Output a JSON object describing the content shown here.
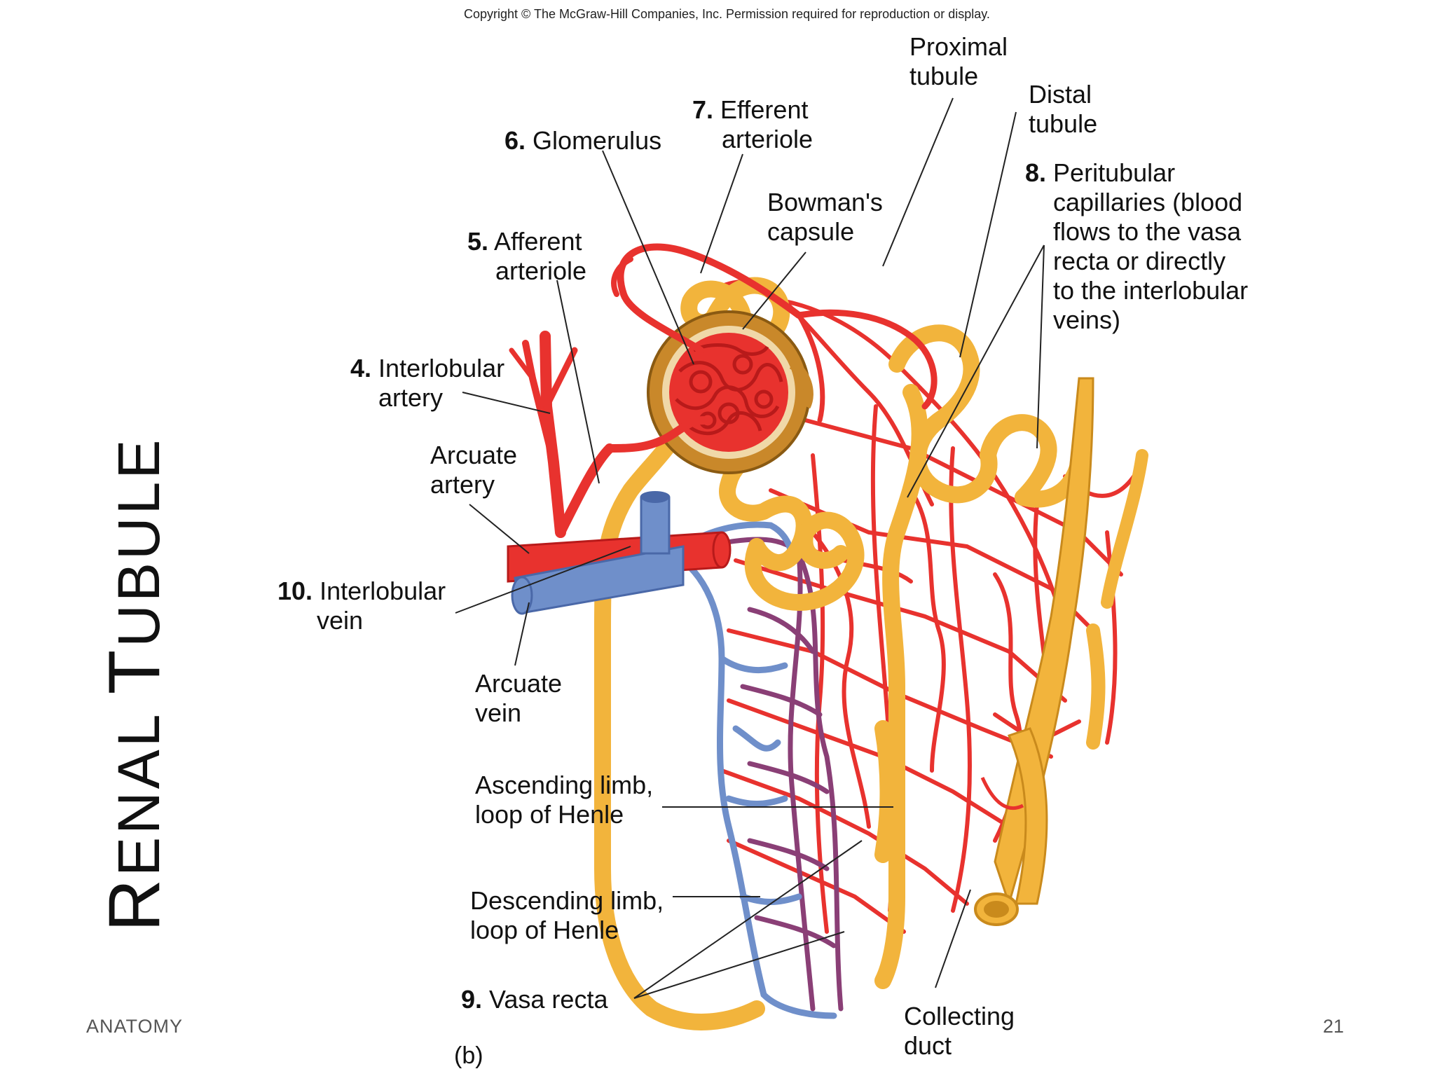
{
  "slide": {
    "title_first_cap": "R",
    "title_first_rest": "ENAL ",
    "title_second_cap": "T",
    "title_second_rest": "UBULE",
    "footer_left": "ANATOMY",
    "page_number": "21"
  },
  "figure": {
    "copyright": "Copyright © The McGraw-Hill Companies, Inc. Permission required for reproduction or display.",
    "panel_label": "(b)",
    "labels": {
      "proximal_tubule": [
        "Proximal",
        "tubule"
      ],
      "distal_tubule": [
        "Distal",
        "tubule"
      ],
      "efferent_num": "7.",
      "efferent": [
        "Efferent",
        "arteriole"
      ],
      "glomerulus_num": "6.",
      "glomerulus": "Glomerulus",
      "bowmans": [
        "Bowman's",
        "capsule"
      ],
      "peritubular_num": "8.",
      "peritubular": [
        "Peritubular",
        "capillaries (blood",
        "flows to the vasa",
        "recta or directly",
        "to the interlobular",
        "veins)"
      ],
      "afferent_num": "5.",
      "afferent": [
        "Afferent",
        "arteriole"
      ],
      "interlobular_artery_num": "4.",
      "interlobular_artery": [
        "Interlobular",
        "artery"
      ],
      "arcuate_artery": [
        "Arcuate",
        "artery"
      ],
      "interlobular_vein_num": "10.",
      "interlobular_vein": [
        "Interlobular",
        "vein"
      ],
      "arcuate_vein": [
        "Arcuate",
        "vein"
      ],
      "ascending_limb": [
        "Ascending limb,",
        "loop of Henle"
      ],
      "descending_limb": [
        "Descending limb,",
        "loop of Henle"
      ],
      "vasa_recta_num": "9.",
      "vasa_recta": "Vasa recta",
      "collecting_duct": [
        "Collecting",
        "duct"
      ]
    },
    "colors": {
      "artery": "#e8322e",
      "artery_dark": "#b81a1a",
      "vein": "#6f8fca",
      "vein_dark": "#4a68a8",
      "tubule": "#f2b43c",
      "tubule_dark": "#c98a1c",
      "capsule": "#c9882a",
      "mixed_vessel": "#8a3f76"
    }
  }
}
